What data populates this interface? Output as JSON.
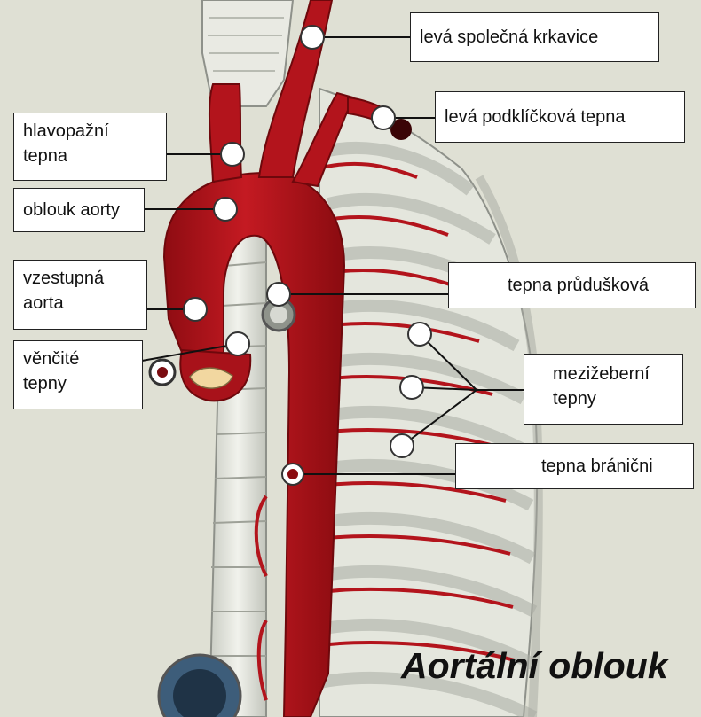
{
  "title": "Aortální oblouk",
  "labels": {
    "leva_spolecna_krkavice": "levá společná krkavice",
    "leva_podkl": "levá podklíčková tepna",
    "hlavopazni_1": "hlavopažní",
    "hlavopazni_2": "tepna",
    "oblouk_aorty": "oblouk aorty",
    "vzestupna_1": "vzestupná",
    "vzestupna_2": "aorta",
    "tepna_pruduskova": "tepna průdušková",
    "vencite_1": "věnčité",
    "vencite_2": "tepny",
    "mezizeberni_1": "mezižeberní",
    "mezizeberni_2": "tepny",
    "tepna_branicni": "tepna bránični"
  },
  "colors": {
    "background": "#dfe0d4",
    "artery": "#b3141c",
    "artery_dark": "#7e0a10",
    "bone": "#eceee6",
    "bone_shadow": "#b9bdb4"
  }
}
